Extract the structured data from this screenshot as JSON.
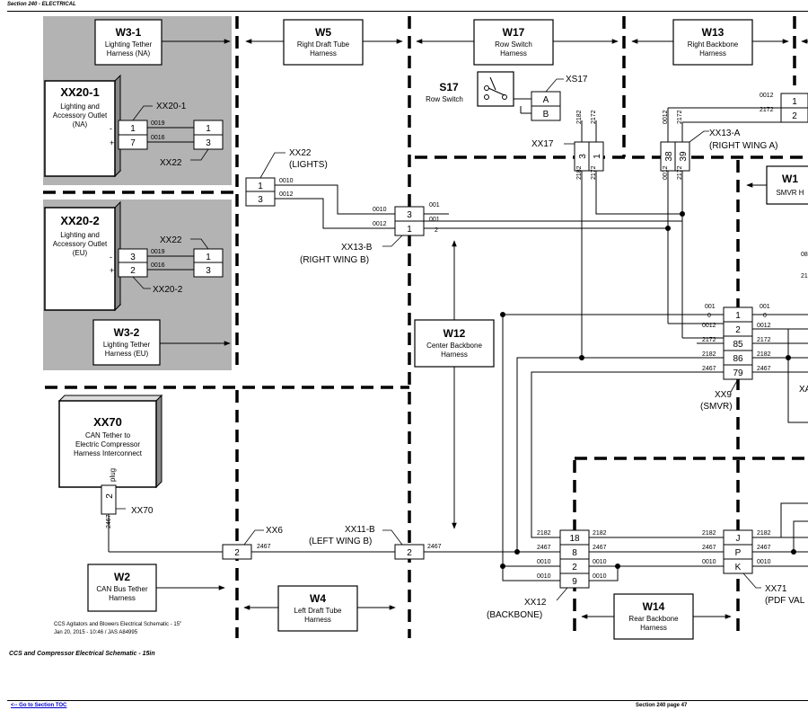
{
  "header": {
    "section": "Section 240 - ELECTRICAL"
  },
  "caption": "CCS and Compressor Electrical Schematic - 15in",
  "footer": {
    "toc_link": "<-- Go to Section TOC",
    "page": "Section 240 page 47"
  },
  "note": {
    "line1": "CCS Agitators and Blowers Electrical Schematic - 15\"",
    "line2": "Jan 20, 2015  -  10:46 /  JAS A84995"
  },
  "harnesses": {
    "w3_1": {
      "id": "W3-1",
      "line1": "Lighting Tether",
      "line2": "Harness (NA)"
    },
    "w3_2": {
      "id": "W3-2",
      "line1": "Lighting Tether",
      "line2": "Harness (EU)"
    },
    "w5": {
      "id": "W5",
      "line1": "Right Draft Tube",
      "line2": "Harness"
    },
    "w17": {
      "id": "W17",
      "line1": "Row Switch",
      "line2": "Harness"
    },
    "w13": {
      "id": "W13",
      "line1": "Right Backbone",
      "line2": "Harness"
    },
    "w12": {
      "id": "W12",
      "line1": "Center Backbone",
      "line2": "Harness"
    },
    "w2": {
      "id": "W2",
      "line1": "CAN Bus Tether",
      "line2": "Harness"
    },
    "w4": {
      "id": "W4",
      "line1": "Left Draft Tube",
      "line2": "Harness"
    },
    "w14": {
      "id": "W14",
      "line1": "Rear Backbone",
      "line2": "Harness"
    },
    "w1x": {
      "id": "W1",
      "line1": "SMVR H"
    }
  },
  "components": {
    "xx20_1": {
      "id": "XX20-1",
      "line1": "Lighting and",
      "line2": "Accessory Outlet",
      "line3": "(NA)"
    },
    "xx20_2": {
      "id": "XX20-2",
      "line1": "Lighting and",
      "line2": "Accessory Outlet",
      "line3": "(EU)"
    },
    "xx70": {
      "id": "XX70",
      "line1": "CAN Tether to",
      "line2": "Electric Compressor",
      "line3": "Harness Interconnect"
    },
    "s17": {
      "id": "S17",
      "line1": "Row Switch"
    }
  },
  "labels": {
    "xx20_1_conn": "XX20-1",
    "xx22_a": "XX22",
    "xx22_b": "XX22",
    "xx20_2_conn": "XX20-2",
    "xx22_lights_1": "XX22",
    "xx22_lights_2": "(LIGHTS)",
    "xx13b_1": "XX13-B",
    "xx13b_2": "(RIGHT WING B)",
    "xs17": "XS17",
    "xx17": "XX17",
    "xx13a_1": "XX13-A",
    "xx13a_2": "(RIGHT WING A)",
    "xx9_1": "XX9",
    "xx9_2": "(SMVR)",
    "xx70_conn": "XX70",
    "plug": "plug",
    "xx6": "XX6",
    "xx11b_1": "XX11-B",
    "xx11b_2": "(LEFT WING B)",
    "xx12_1": "XX12",
    "xx12_2": "(BACKBONE)",
    "xx71_1": "XX71",
    "xx71_2": "(PDF VAL",
    "xa": "XA",
    "minus": "-",
    "plus": "+"
  },
  "pins": {
    "p1": "1",
    "p2": "2",
    "p3": "3",
    "p7": "7",
    "pA": "A",
    "pB": "B",
    "p38": "38",
    "p39": "39",
    "p85": "85",
    "p86": "86",
    "p79": "79",
    "p18": "18",
    "p8": "8",
    "p9": "9",
    "pJ": "J",
    "pP": "P",
    "pK": "K"
  },
  "wires": {
    "w0019": "0019",
    "w0016": "0016",
    "w0010": "0010",
    "w0012": "0012",
    "w001": "001",
    "w0": "0",
    "w2": "2",
    "w2182": "2182",
    "w2172": "2172",
    "w2467": "2467",
    "w08": "08",
    "w21": "21"
  }
}
